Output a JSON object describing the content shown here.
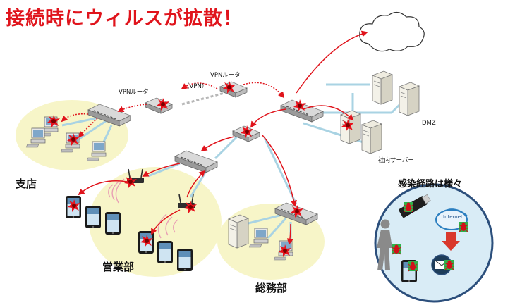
{
  "title": "接続時にウィルスが拡散！",
  "labels": {
    "vpn_router_left": "VPNルータ",
    "vpn_router_right": "VPNルータ",
    "vpn": "（VPN）",
    "dmz": "DMZ",
    "internal_server": "社内サーバー",
    "branch": "支店",
    "sales": "営業部",
    "general_affairs": "総務部",
    "infection_routes": "感染経路は様々",
    "internet": "Internet"
  },
  "colors": {
    "title": "#e0141c",
    "infection_arrow": "#e0141c",
    "network_line": "#a9d3e3",
    "zone_fill": "#f7f5c8",
    "circle_fill": "#d9ecf6",
    "circle_stroke": "#2c4f7c"
  },
  "icons": [
    "cloud-icon",
    "router-icon",
    "switch-icon",
    "pc-icon",
    "server-icon",
    "tablet-icon",
    "wifi-router-icon",
    "virus-icon",
    "usb-icon",
    "person-icon",
    "internet-globe-icon",
    "mail-icon"
  ]
}
